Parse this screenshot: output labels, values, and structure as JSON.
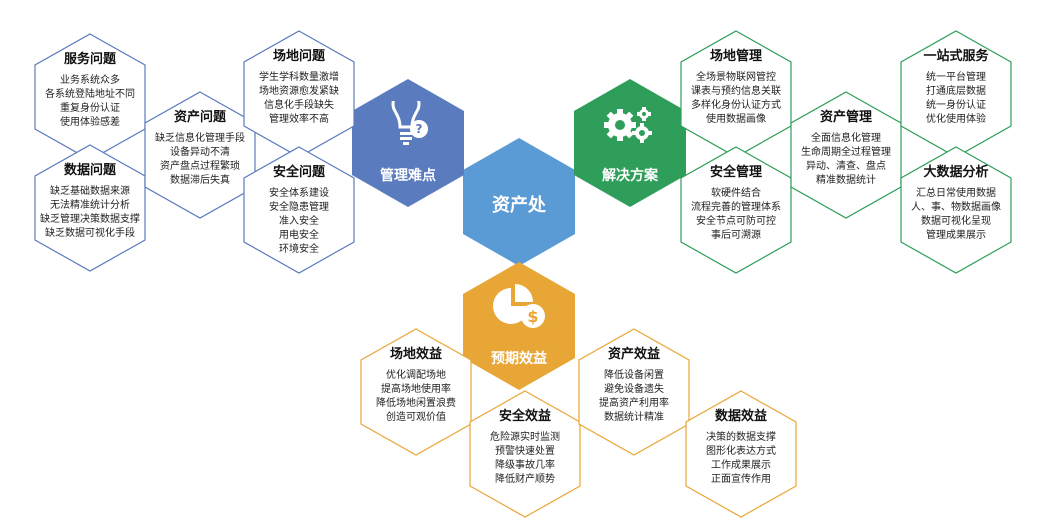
{
  "colors": {
    "blue": "#5b7bbf",
    "center_blue": "#5b9bd5",
    "green": "#2f9e5a",
    "orange": "#e8a636",
    "outline_blue": "#5b7bbf",
    "outline_green": "#2f9e5a",
    "outline_orange": "#e8a636"
  },
  "center": {
    "label": "资产处"
  },
  "hubs": {
    "problems": {
      "label": "管理难点",
      "icon": "lightbulb-question-icon"
    },
    "solutions": {
      "label": "解决方案",
      "icon": "gears-icon"
    },
    "benefits": {
      "label": "预期效益",
      "icon": "pie-chart-dollar-icon"
    }
  },
  "problems": [
    {
      "title": "服务问题",
      "items": [
        "业务系统众多",
        "各系统登陆地址不同",
        "重复身份认证",
        "使用体验感差"
      ]
    },
    {
      "title": "数据问题",
      "items": [
        "缺乏基础数据来源",
        "无法精准统计分析",
        "缺乏管理决策数据支撑",
        "缺乏数据可视化手段"
      ]
    },
    {
      "title": "资产问题",
      "items": [
        "缺乏信息化管理手段",
        "设备异动不清",
        "资产盘点过程繁琐",
        "数据滞后失真"
      ]
    },
    {
      "title": "场地问题",
      "items": [
        "学生学科数量激增",
        "场地资源愈发紧缺",
        "信息化手段缺失",
        "管理效率不高"
      ]
    },
    {
      "title": "安全问题",
      "items": [
        "安全体系建设",
        "安全隐患管理",
        "准入安全",
        "用电安全",
        "环境安全"
      ]
    }
  ],
  "solutions": [
    {
      "title": "场地管理",
      "items": [
        "全场景物联网管控",
        "课表与预约信息关联",
        "多样化身份认证方式",
        "使用数据画像"
      ]
    },
    {
      "title": "安全管理",
      "items": [
        "软硬件结合",
        "流程完善的管理体系",
        "安全节点可防可控",
        "事后可溯源"
      ]
    },
    {
      "title": "资产管理",
      "items": [
        "全面信息化管理",
        "生命周期全过程管理",
        "异动、清查、盘点",
        "精准数据统计"
      ]
    },
    {
      "title": "一站式服务",
      "items": [
        "统一平台管理",
        "打通底层数据",
        "统一身份认证",
        "优化使用体验"
      ]
    },
    {
      "title": "大数据分析",
      "items": [
        "汇总日常使用数据",
        "人、事、物数据画像",
        "数据可视化呈现",
        "管理成果展示"
      ]
    }
  ],
  "benefits": [
    {
      "title": "场地效益",
      "items": [
        "优化调配场地",
        "提高场地使用率",
        "降低场地闲置浪费",
        "创造可观价值"
      ]
    },
    {
      "title": "安全效益",
      "items": [
        "危险源实时监测",
        "预警快速处置",
        "降级事故几率",
        "降低财产顺势"
      ]
    },
    {
      "title": "资产效益",
      "items": [
        "降低设备闲置",
        "避免设备遗失",
        "提高资产利用率",
        "数据统计精准"
      ]
    },
    {
      "title": "数据效益",
      "items": [
        "决策的数据支撑",
        "图形化表达方式",
        "工作成果展示",
        "正面宣传作用"
      ]
    }
  ]
}
